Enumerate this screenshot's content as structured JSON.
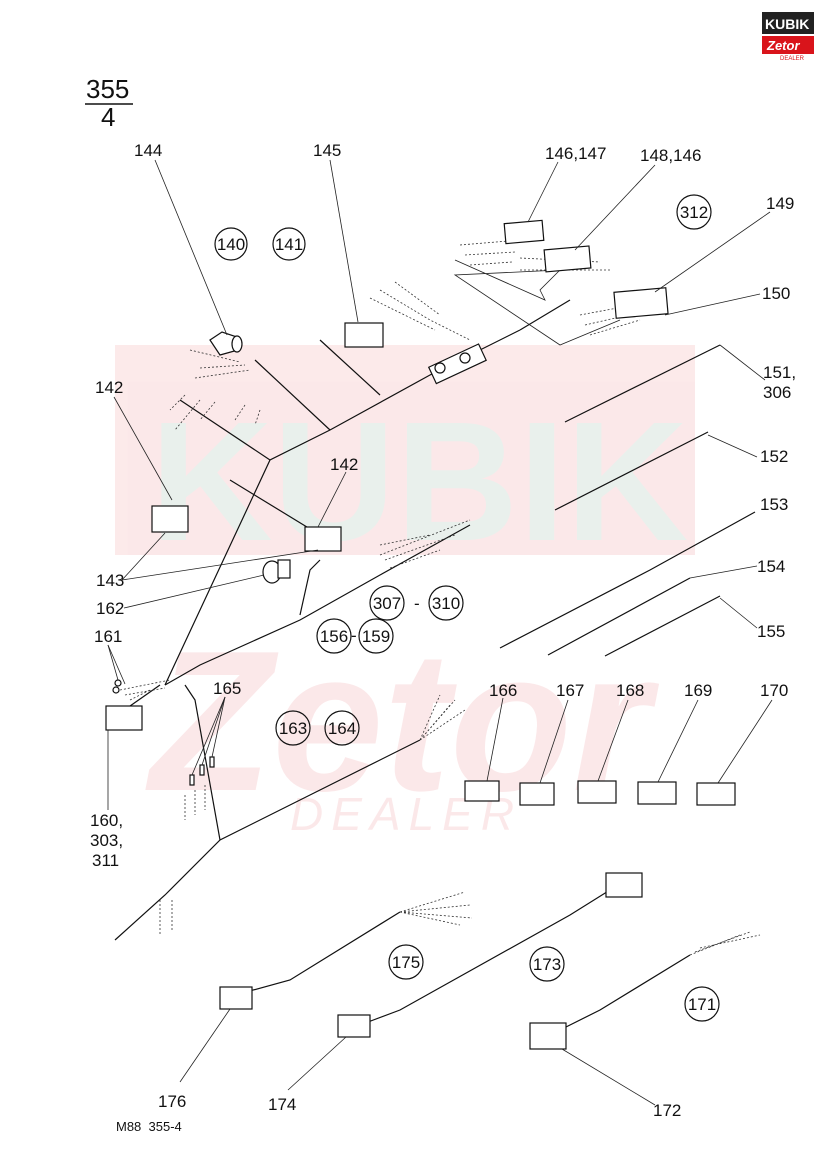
{
  "header": {
    "group_number": "355",
    "sheet_number": "4"
  },
  "watermark": {
    "top_word": "KUBIK",
    "middle_word": "Zetor",
    "bottom_word": "DEALER"
  },
  "logo": {
    "brand_top": "KUBIK",
    "brand_middle": "Zetor",
    "brand_bottom": "DEALER",
    "color_red": "#d9141b",
    "color_dark": "#222222"
  },
  "part_labels": {
    "p144": "144",
    "p145": "145",
    "p146_147": "146,147",
    "p148_146": "148,146",
    "p149": "149",
    "p150": "150",
    "p151_306_a": "151,",
    "p151_306_b": "306",
    "p152": "152",
    "p153": "153",
    "p154": "154",
    "p155": "155",
    "p142_left": "142",
    "p142_right": "142",
    "p143": "143",
    "p162": "162",
    "p161": "161",
    "p165": "165",
    "p160_a": "160,",
    "p160_b": "303,",
    "p160_c": "311",
    "p166": "166",
    "p167": "167",
    "p168": "168",
    "p169": "169",
    "p170": "170",
    "p176": "176",
    "p174": "174",
    "p172": "172"
  },
  "circled_labels": {
    "c140": "140",
    "c141": "141",
    "c312": "312",
    "c307": "307",
    "c310": "310",
    "range_dash_1": "-",
    "c156": "156",
    "c159": "159",
    "range_dash_2": "-",
    "c163": "163",
    "c164": "164",
    "c175": "175",
    "c173": "173",
    "c171": "171"
  },
  "footer": {
    "drawing_code": "M88  355-4"
  }
}
